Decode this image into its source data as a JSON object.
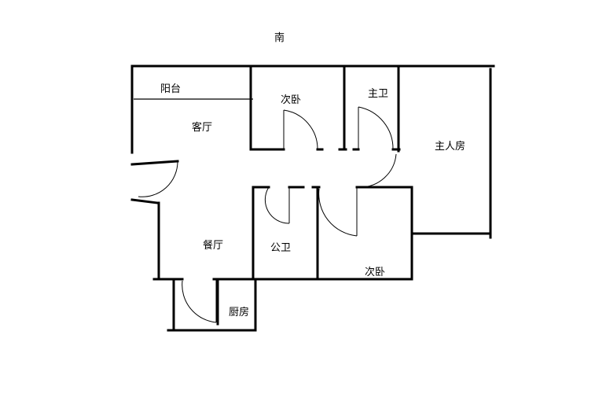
{
  "compass": {
    "direction": "南"
  },
  "rooms": {
    "balcony": "阳台",
    "living_room": "客厅",
    "second_bedroom_north": "次卧",
    "master_bath": "主卫",
    "master_bedroom": "主人房",
    "dining_room": "餐厅",
    "public_bath": "公卫",
    "second_bedroom_south": "次卧",
    "kitchen": "厨房"
  }
}
